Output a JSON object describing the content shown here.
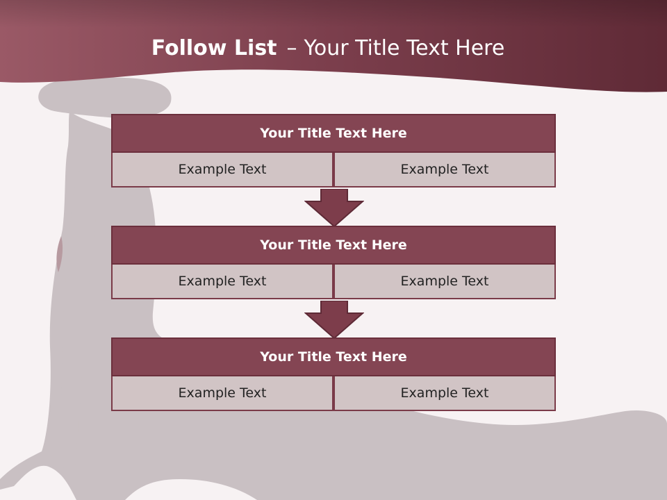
{
  "header": {
    "title_bold": "Follow List",
    "dash": "–",
    "title_rest": "Your Title Text Here"
  },
  "blocks": [
    {
      "title": "Your Title Text Here",
      "cells": [
        "Example Text",
        "Example Text"
      ]
    },
    {
      "title": "Your Title Text Here",
      "cells": [
        "Example Text",
        "Example Text"
      ]
    },
    {
      "title": "Your Title Text Here",
      "cells": [
        "Example Text",
        "Example Text"
      ]
    }
  ],
  "colors": {
    "header_band": "#7b3e4c",
    "block_title": "#844553",
    "cell_fill": "#d1c4c5",
    "arrow": "#7d3d4b",
    "silhouette": "#c9c0c3"
  },
  "icons": [
    "down-arrow-icon"
  ]
}
